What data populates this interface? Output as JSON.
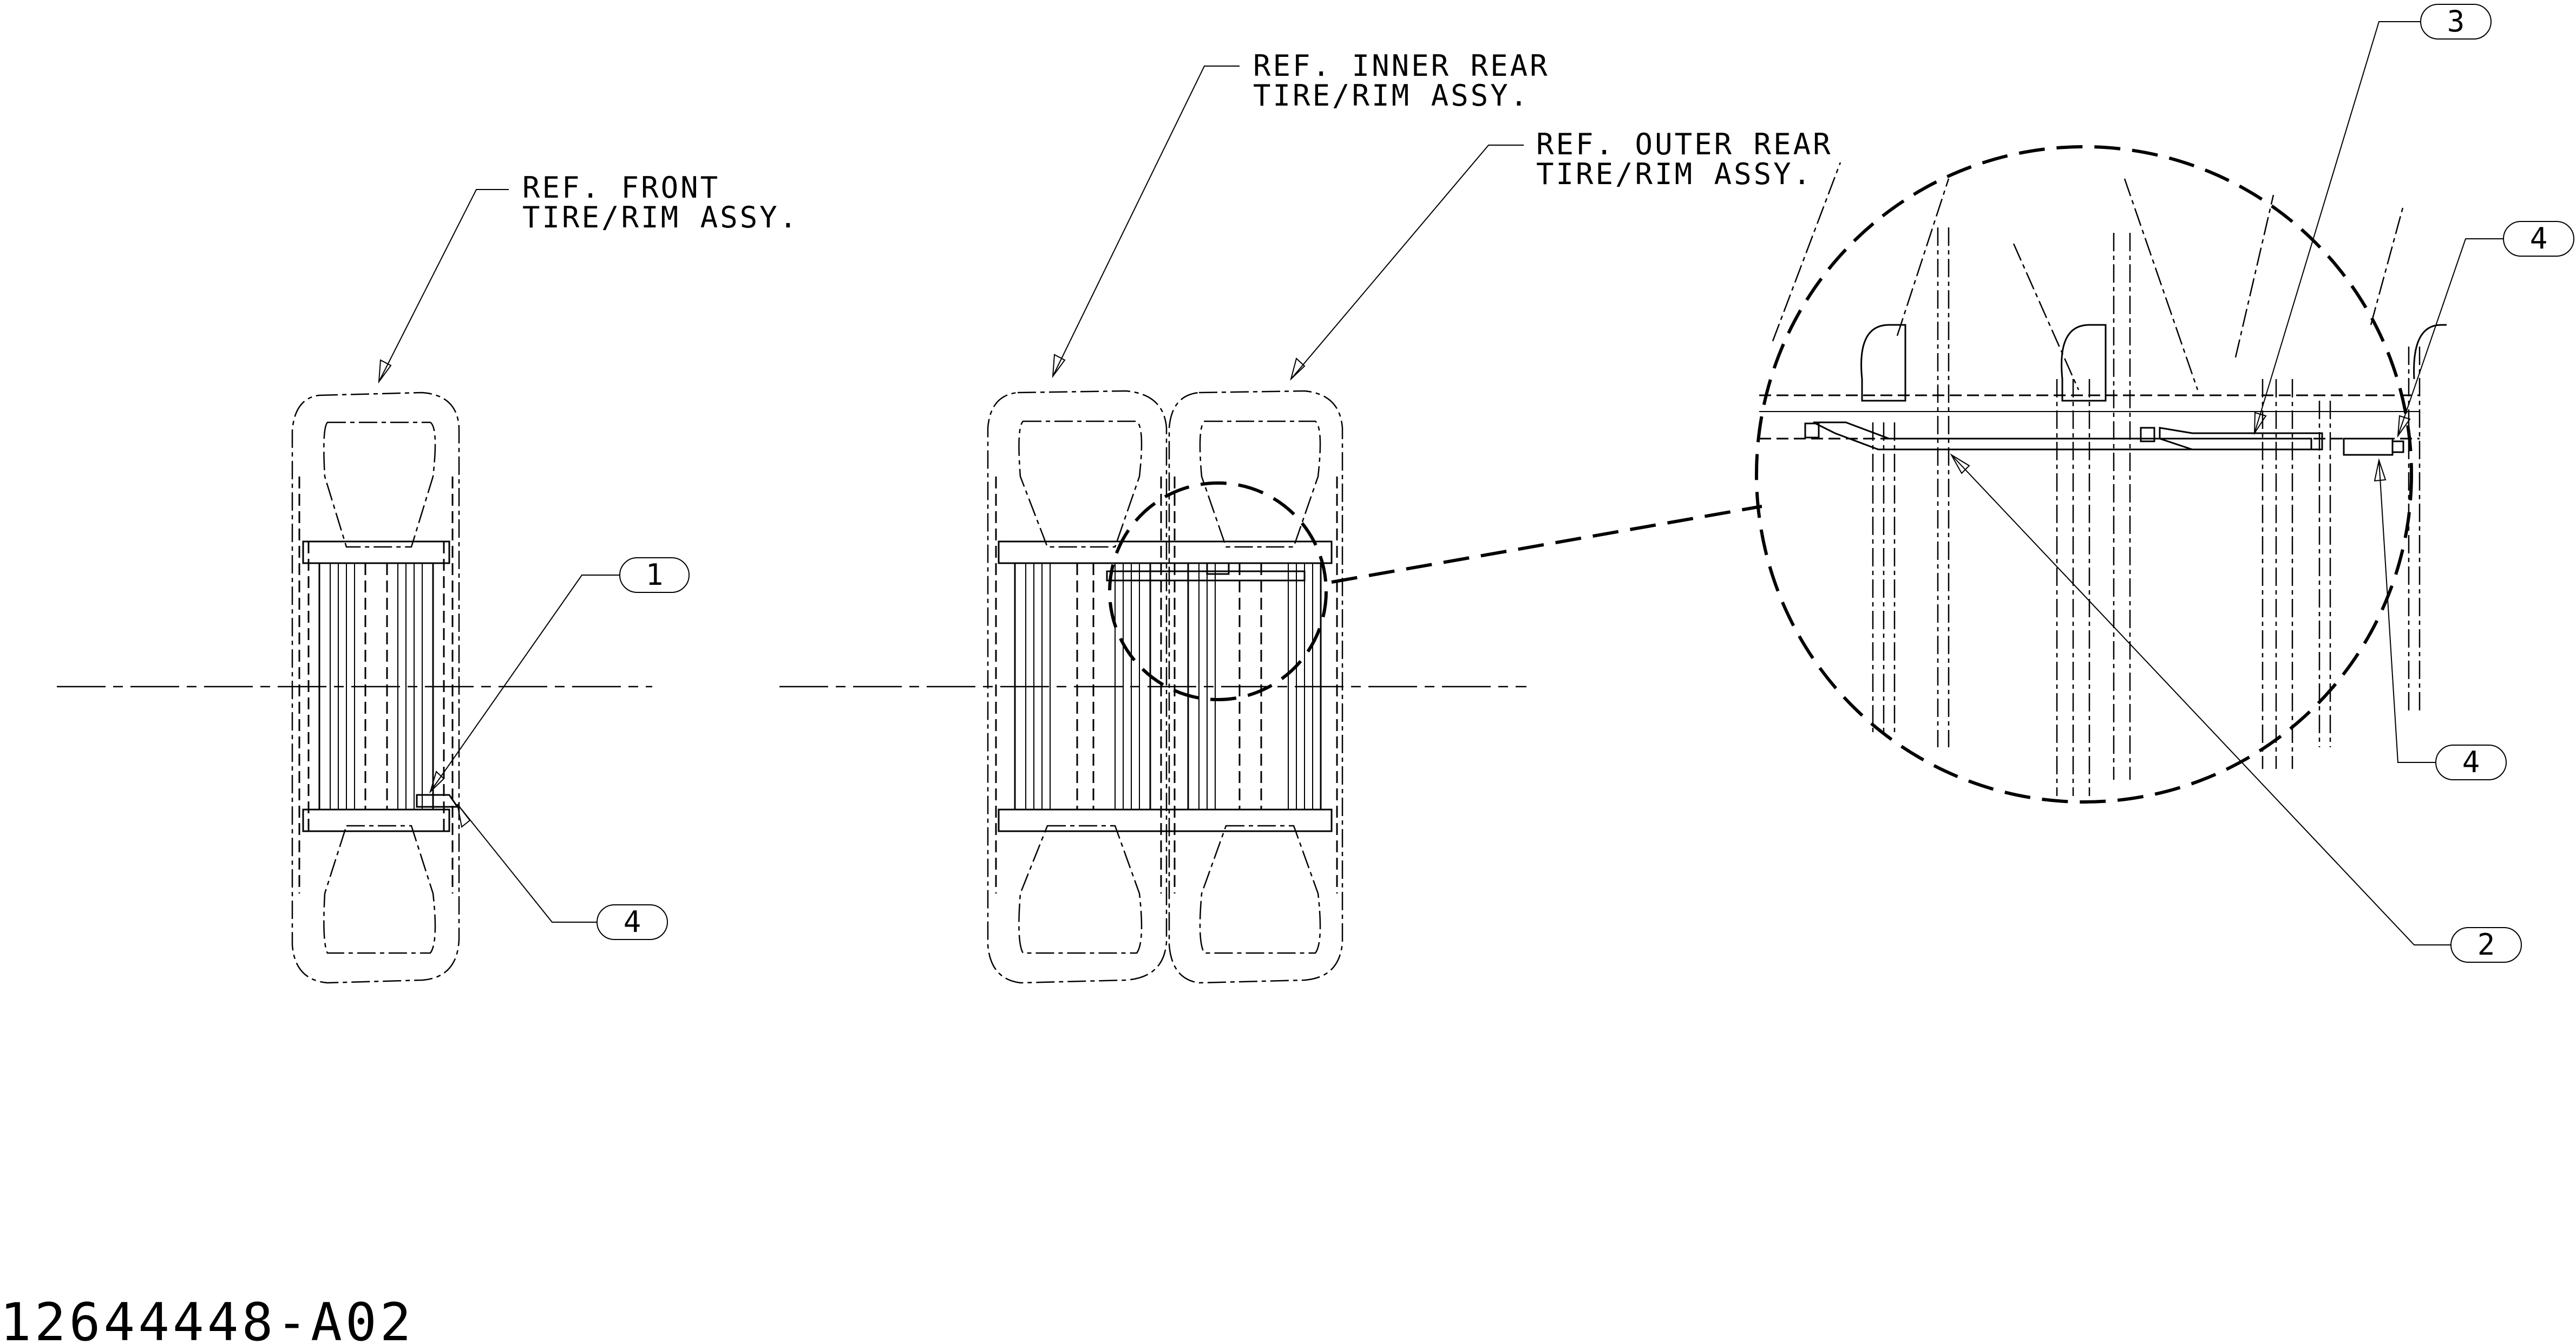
{
  "callouts": {
    "front": {
      "line1": "REF. FRONT",
      "line2": "TIRE/RIM ASSY."
    },
    "inner_rear": {
      "line1": "REF. INNER REAR",
      "line2": "TIRE/RIM ASSY."
    },
    "outer_rear": {
      "line1": "REF. OUTER REAR",
      "line2": "TIRE/RIM ASSY."
    }
  },
  "balloons": {
    "front_item_1": "1",
    "front_item_4": "4",
    "detail_item_3": "3",
    "detail_item_4_upper": "4",
    "detail_item_4_lower": "4",
    "detail_item_2": "2"
  },
  "drawing_number": "12644448-A02"
}
